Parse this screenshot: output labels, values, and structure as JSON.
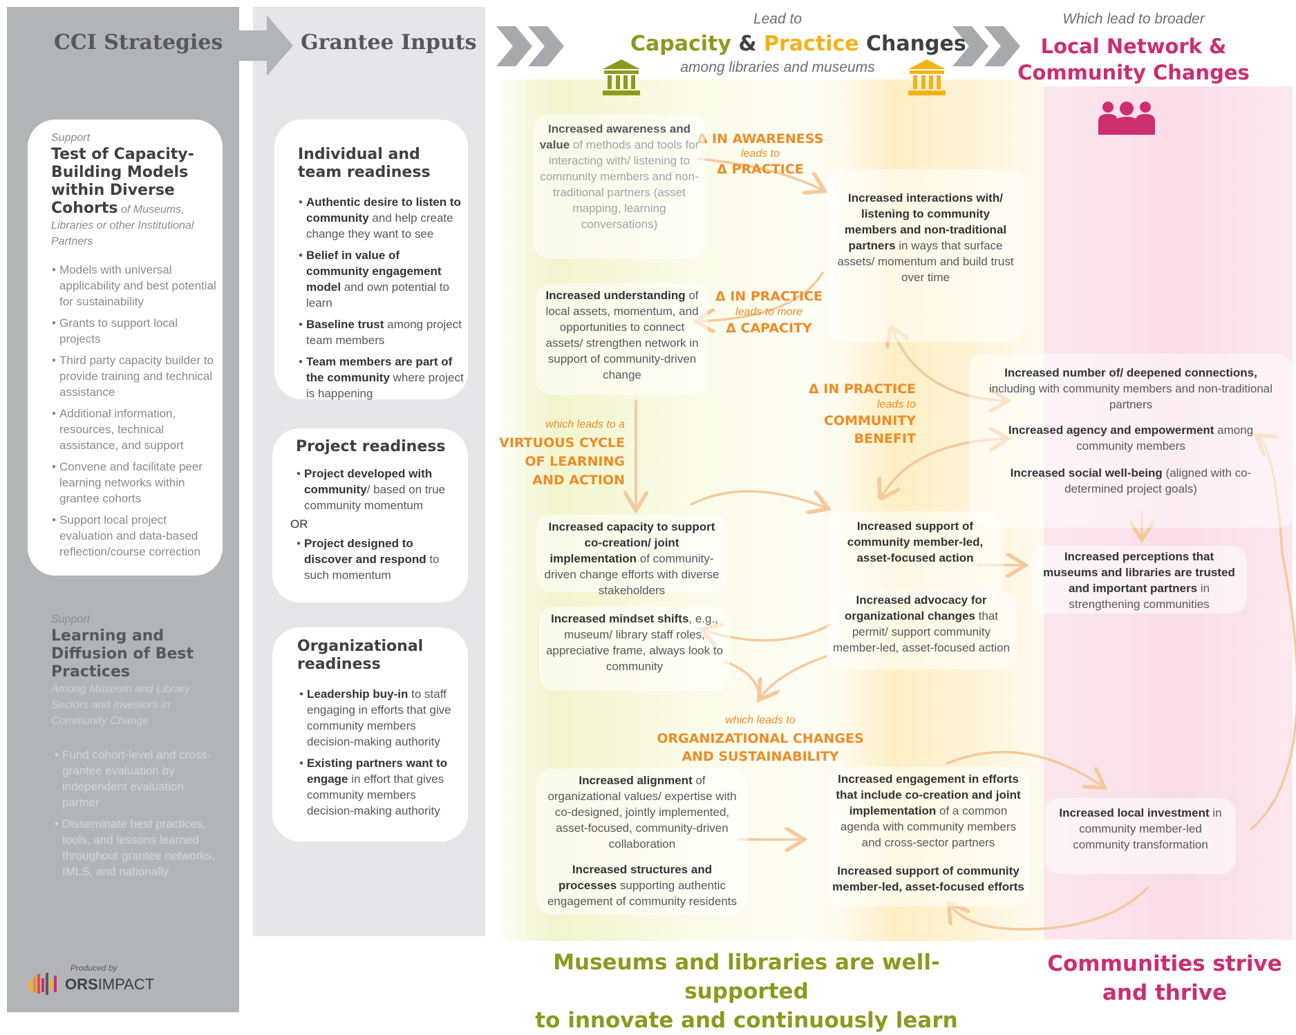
{
  "strategies": {
    "heading": "CCI Strategies",
    "block1": {
      "support": "Support",
      "title": "Test of Capacity-Building Models within Diverse Cohorts",
      "subtitle": "of Museums, Libraries or other Institutional Partners",
      "items": [
        "Models with universal applicability and best potential for sustainability",
        "Grants to support local projects",
        "Third party capacity builder to provide training and technical assistance",
        "Additional information, resources, technical assistance, and support",
        "Convene and facilitate peer learning networks within grantee cohorts",
        "Support local project evaluation and data-based reflection/course correction"
      ]
    },
    "block2": {
      "support": "Support",
      "title": "Learning and Diffusion of Best Practices",
      "subtitle": "Among Museum and Library Sectors and Investors in Community Change",
      "items": [
        "Fund cohort-level and cross-grantee evaluation by independent evaluation partner",
        "Disseminate best practices, tools, and lessons learned throughout grantee networks, IMLS, and nationally"
      ]
    },
    "logo": {
      "produced_by": "Produced by",
      "ors": "ORS",
      "impact": "IMPACT"
    }
  },
  "inputs": {
    "heading": "Grantee Inputs",
    "card1": {
      "title": "Individual and team readiness",
      "items": [
        {
          "bold": "Authentic desire to listen to community",
          "rest": " and help create change they want to see"
        },
        {
          "bold": "Belief in value of community engagement model",
          "rest": " and own potential to learn"
        },
        {
          "bold": "Baseline trust",
          "rest": " among project team members"
        },
        {
          "bold": "Team members are part of the community",
          "rest": " where project is happening"
        }
      ]
    },
    "card2": {
      "title": "Project readiness",
      "item1": {
        "bold": "Project developed with community",
        "rest": "/ based on true community momentum"
      },
      "or": "OR",
      "item2": {
        "bold": "Project designed to discover and respond",
        "rest": " to such momentum"
      }
    },
    "card3": {
      "title": "Organizational readiness",
      "items": [
        {
          "bold": "Leadership buy-in",
          "rest": " to staff engaging in efforts that give community members decision-making authority"
        },
        {
          "bold": "Existing partners want to engage",
          "rest": " in effort that gives community members decision-making authority"
        }
      ]
    }
  },
  "header": {
    "lead_to": "Lead to",
    "capacity": "Capacity",
    "amp": " & ",
    "practice": "Practice",
    "changes": " Changes",
    "among": "among libraries and museums",
    "which_lead": "Which lead to broader",
    "local_line1": "Local Network &",
    "local_line2": "Community Changes"
  },
  "labels": {
    "awareness_head": "Δ IN AWARENESS",
    "awareness_leads": "leads to",
    "awareness_tail": "Δ PRACTICE",
    "practice_head": "Δ IN PRACTICE",
    "practice_leads": "leads to more",
    "practice_tail": "Δ CAPACITY",
    "benefit_head": "Δ IN PRACTICE",
    "benefit_leads": "leads to",
    "benefit_l1": "COMMUNITY",
    "benefit_l2": "BENEFIT",
    "virtuous_it": "which leads to a",
    "virtuous_l1": "VIRTUOUS CYCLE",
    "virtuous_l2": "OF LEARNING",
    "virtuous_l3": "AND ACTION",
    "org_it": "which leads to",
    "org_l1": "ORGANIZATIONAL CHANGES",
    "org_l2": "AND SUSTAINABILITY"
  },
  "boxes": {
    "awareness": {
      "bold1": "Increased awareness and",
      "bold2": "value",
      "rest": " of methods and tools for interacting with/ listening to community members  and non-traditional partners  (asset mapping, learning conversations)"
    },
    "interactions": {
      "bold": "Increased interactions with/ listening to community members and non-traditional partners",
      "rest": "  in ways that surface assets/ momentum and build trust over time"
    },
    "understanding": {
      "bold": "Increased understanding",
      "rest": " of local assets, momentum, and opportunities to connect assets/ strengthen network in support of community-driven change"
    },
    "capacity": {
      "bold": "Increased capacity to support co-creation/ joint implementation",
      "rest": " of community-driven change efforts with diverse stakeholders"
    },
    "support_action": {
      "bold": "Increased support of community member-led, asset-focused action",
      "rest": ""
    },
    "mindset": {
      "bold": "Increased mindset shifts",
      "rest": ", e.g., museum/ library staff roles, appreciative frame, always look to community"
    },
    "advocacy": {
      "bold": "Increased advocacy for organizational changes",
      "rest": " that permit/ support community member-led, asset-focused action"
    },
    "alignment": {
      "bold": "Increased alignment",
      "rest": " of organizational values/ expertise with co-designed, jointly implemented, asset-focused, community-driven collaboration"
    },
    "structures": {
      "bold": "Increased structures and processes",
      "rest": " supporting authentic engagement of community residents"
    },
    "engagement": {
      "bold": "Increased engagement in efforts that include co-creation and joint implementation",
      "rest": " of a common agenda with community members and cross-sector partners"
    },
    "support_efforts": {
      "bold": "Increased support of community member-led, asset-focused efforts",
      "rest": ""
    },
    "connections": {
      "bold": "Increased number of/ deepened connections,",
      "rest": " including with community members and non-traditional partners"
    },
    "agency": {
      "bold": "Increased agency and empowerment",
      "rest": " among community members"
    },
    "wellbeing": {
      "bold": "Increased social well-being",
      "rest": " (aligned with co-determined project goals)"
    },
    "perceptions": {
      "bold": "Increased perceptions that museums and libraries are trusted and important partners",
      "rest": " in strengthening communities"
    },
    "investment": {
      "bold": "Increased local investment",
      "rest": " in community member-led community transformation"
    }
  },
  "footer": {
    "green_l1": "Museums and libraries are well-supported",
    "green_l2": "to innovate and continuously learn",
    "pink_l1": "Communities strive",
    "pink_l2": "and thrive"
  },
  "colors": {
    "strategies_bg": "#b3b4b6",
    "inputs_bg": "#e6e6e8",
    "green": "#8c9a1e",
    "gold": "#f4b216",
    "orange": "#ef8b26",
    "pink": "#cc2e6f",
    "arrow": "#f6c99c"
  },
  "icons": [
    "museum-icon-green",
    "museum-icon-gold",
    "community-people-icon",
    "chevron-arrows-icon",
    "ors-impact-logo"
  ]
}
